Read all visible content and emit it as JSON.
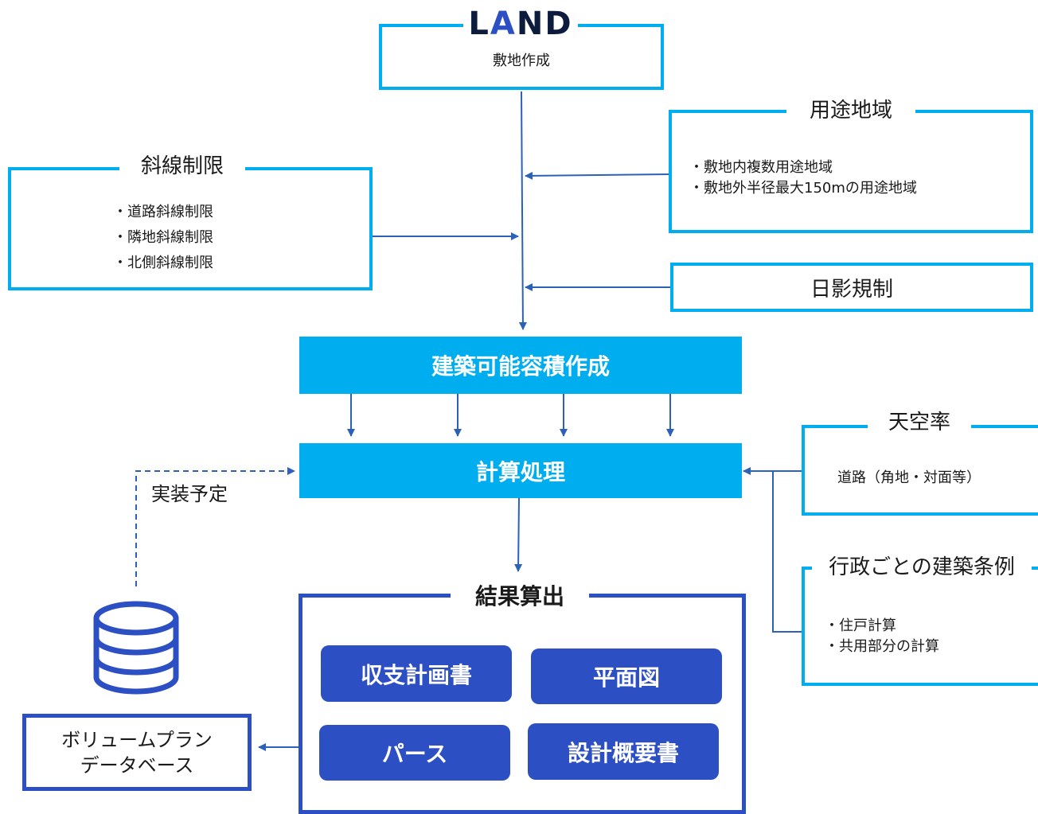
{
  "land": {
    "logo": "LAND",
    "subtitle": "敷地作成"
  },
  "slope": {
    "title": "斜線制限",
    "items": [
      "・道路斜線制限",
      "・隣地斜線制限",
      "・北側斜線制限"
    ]
  },
  "zoning": {
    "title": "用途地域",
    "items": [
      "・敷地内複数用途地域",
      "・敷地外半径最大150mの用途地域"
    ]
  },
  "shadow": {
    "title": "日影規制"
  },
  "volume": {
    "label": "建築可能容積作成"
  },
  "calc": {
    "label": "計算処理"
  },
  "sky": {
    "title": "天空率",
    "item": "道路（角地・対面等）"
  },
  "ordinance": {
    "title": "行政ごとの建築条例",
    "items": [
      "・住戸計算",
      "・共用部分の計算"
    ]
  },
  "planned": {
    "label": "実装予定"
  },
  "result": {
    "title": "結果算出",
    "buttons": [
      "収支計画書",
      "平面図",
      "パース",
      "設計概要書"
    ]
  },
  "database": {
    "line1": "ボリュームプラン",
    "line2": "データベース",
    "icon": "database-icon"
  },
  "colors": {
    "cyan": "#00aeef",
    "navy": "#2d4fc4",
    "arrow": "#2b62b8"
  }
}
